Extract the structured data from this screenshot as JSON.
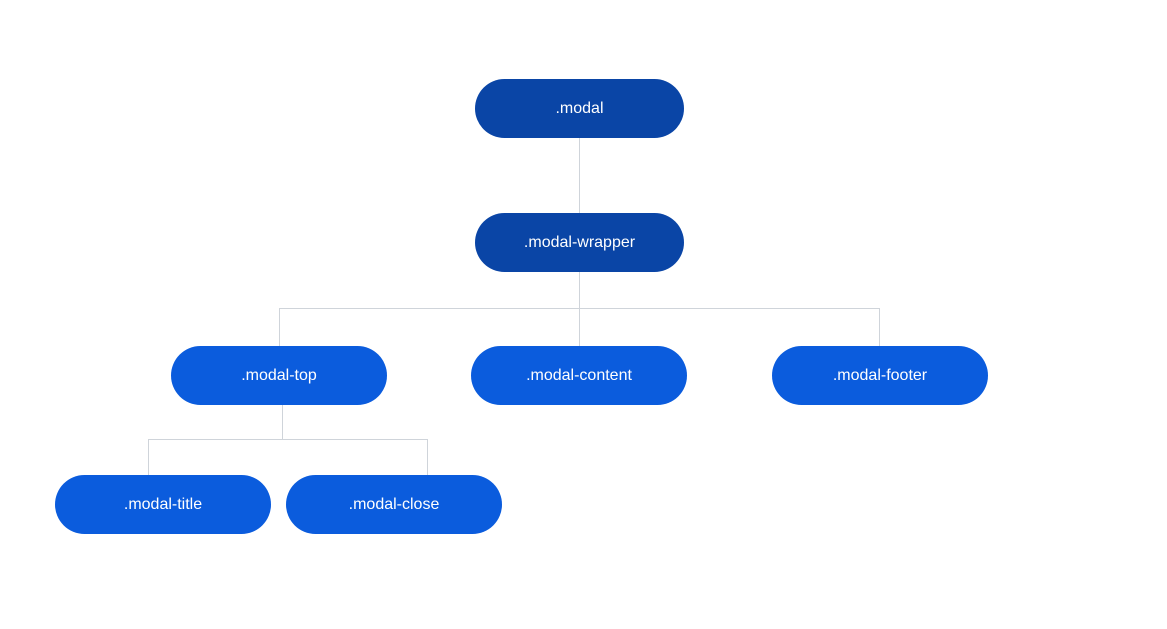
{
  "diagram": {
    "colors": {
      "root_node": "#0a45a6",
      "child_node": "#0b5cdd",
      "node_text": "#ffffff",
      "connector": "#cfd4da",
      "background": "#ffffff"
    },
    "nodes": {
      "modal": ".modal",
      "modal_wrapper": ".modal-wrapper",
      "modal_top": ".modal-top",
      "modal_content": ".modal-content",
      "modal_footer": ".modal-footer",
      "modal_title": ".modal-title",
      "modal_close": ".modal-close"
    },
    "edges": [
      {
        "from": ".modal",
        "to": ".modal-wrapper"
      },
      {
        "from": ".modal-wrapper",
        "to": ".modal-top"
      },
      {
        "from": ".modal-wrapper",
        "to": ".modal-content"
      },
      {
        "from": ".modal-wrapper",
        "to": ".modal-footer"
      },
      {
        "from": ".modal-top",
        "to": ".modal-title"
      },
      {
        "from": ".modal-top",
        "to": ".modal-close"
      }
    ]
  }
}
